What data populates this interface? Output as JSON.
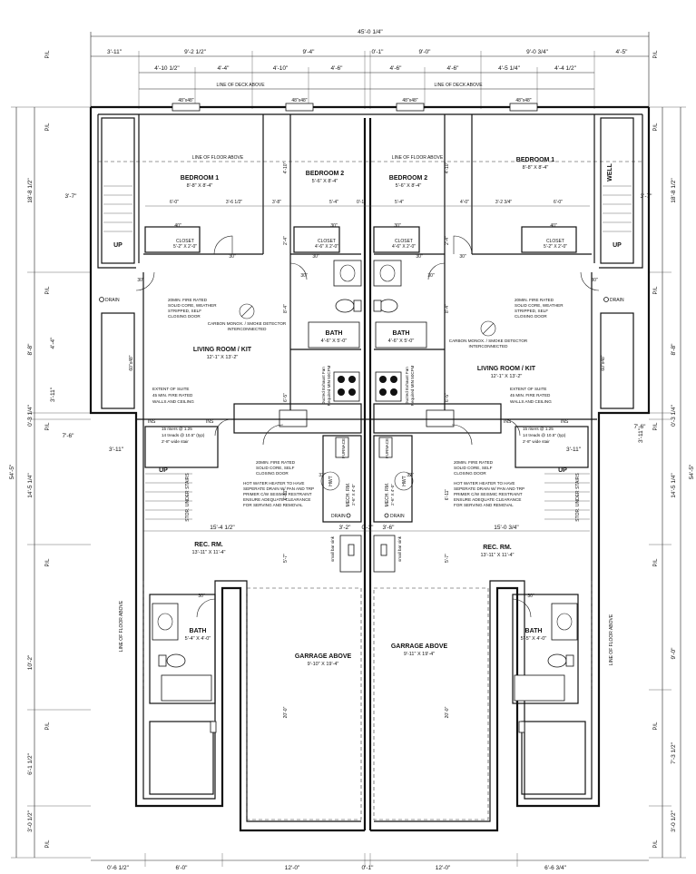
{
  "dims_top": {
    "overall": "45'-0 1/4\"",
    "row1": [
      "3'-11\"",
      "9'-2 1/2\"",
      "9'-4\"",
      "0'-1\"",
      "9'-0\"",
      "9'-0 3/4\"",
      "4'-5\""
    ],
    "row2": [
      "4'-10 1/2\"",
      "4'-4\"",
      "4'-10\"",
      "4'-6\"",
      "4'-6\"",
      "4'-6\"",
      "4'-5 1/4\"",
      "4'-4 1/2\""
    ]
  },
  "dims_bottom": [
    "0'-6 1/2\"",
    "6'-0\"",
    "12'-0\"",
    "0'-1\"",
    "12'-0\"",
    "6'-6 3/4\""
  ],
  "dims_left": [
    "18'-8 1/2\"",
    "8'-8\"",
    "0'-3 1/4\"",
    "14'-5 1/4\"",
    "10'-2\"",
    "6'-1 1/2\"",
    "3'-0 1/2\""
  ],
  "dims_left_inner": [
    "3'-7\"",
    "4'-4\"",
    "3'-11\"",
    "7'-6\"",
    "3'-11\""
  ],
  "dims_right": [
    "18'-8 1/2\"",
    "8'-8\"",
    "0'-3 1/4\"",
    "14'-5 1/4\"",
    "9'-0\"",
    "7'-3 1/2\"",
    "3'-0 1/2\""
  ],
  "dims_right_inner": [
    "3'-7\"",
    "3'-11\"",
    "7'-6\"",
    "3'-11\""
  ],
  "overall_height": "54'-5\"",
  "property_line": "P/L",
  "labels": {
    "deck": "LINE OF DECK ABOVE",
    "floor_above": "LINE OF FLOOR ABOVE",
    "floor_above_vertical": "LINE OF FLOOR ABOVE",
    "win": "48\"x48\"",
    "win_side": "60\"x48\"",
    "up": "UP",
    "well": "WELL",
    "drain": "DRAIN",
    "mech": "MECH. RM.",
    "mech_sz": "2'-6\" X 4'-0\"",
    "hwt": "HWT",
    "furnace": "FURNACE",
    "ins": "INS",
    "stor": "STOR. UNDER STAIRS",
    "bar": "small bar sink",
    "closet": "CLOSET",
    "closet_sz": "5'-2\" X 2'-0\"",
    "closet2_sz": "4'-6\" X 2'-0\"",
    "door30": "30\"",
    "door32": "32\"",
    "door36": "36\"",
    "door40": "40\""
  },
  "rooms": {
    "bed1": "BEDROOM 1",
    "bed1_l_sz": "8'-8\" X 8'-4\"",
    "bed1_r_sz": "8'-8\" X 8'-4\"",
    "bed2": "BEDROOM 2",
    "bed2_sz": "5'-6\" X 8'-4\"",
    "living": "LIVING ROOM / KIT",
    "living_sz": "12'-1\" X 13'-2\"",
    "bath": "BATH",
    "bath_up_sz": "4'-6\" X 5'-0\"",
    "bath_l_sz": "5'-4\" X 4'-0\"",
    "bath_r_sz": "5'-5\" X 4'-0\"",
    "rec": "REC. RM.",
    "rec_sz": "13'-11\" X 11'-4\"",
    "garage": "GARRAGE ABOVE",
    "garage_l_sz": "9'-10\" X 19'-4\"",
    "garage_r_sz": "9'-11\" X 19'-4\""
  },
  "notes": {
    "door_rated": [
      "20MIN. FIRE RATED",
      "SOLID CORE, WEATHER",
      "STRIPPED, SELF",
      "CLOSING DOOR"
    ],
    "door_rated2": [
      "20MIN. FIRE RATED",
      "SOLID CORE, SELF",
      "CLOSING DOOR"
    ],
    "suite": [
      "EXTENT OF SUITE",
      "45 MIN. FIRE RATED",
      "WALLS AND CEILING"
    ],
    "hwt": [
      "HOT WATER HEATER TO HAVE",
      "SEPERATE DRAIN W/ PAN AND TRP",
      "PRIMER C/W SEISMIC RESTRAINT",
      "ENSURE ADEQUATE CLEARANCE",
      "FOR SERVING AND REMOVAL"
    ],
    "stairs": [
      "15 risers @ 1.25",
      "14 treads @ 10.5\" (typ)",
      "2'-8\" wide stair"
    ],
    "smoke": [
      "CARBON MONOX. / SMOKE DETECTOR",
      "INTERCONNECTED"
    ],
    "exhaust": [
      "Ducted Exhaust Fan",
      "Required MIN 50CFM"
    ]
  },
  "interior_dims": {
    "a": [
      "6'-0\"",
      "3'-6 1/2\"",
      "3'-8\"",
      "5'-4\"",
      "0'-1\"",
      "5'-4\"",
      "4'-0\"",
      "3'-2 3/4\"",
      "6'-0\""
    ],
    "b": [
      "15'-4 1/2\"",
      "3'-2\"",
      "0'-1\"",
      "3'-6\"",
      "15'-0 3/4\""
    ],
    "c": [
      "4'-10\"",
      "2'-4\"",
      "8'-4\"",
      "6'-5\"",
      "6'-11\"",
      "5'-7\"",
      "20'-0\""
    ]
  }
}
